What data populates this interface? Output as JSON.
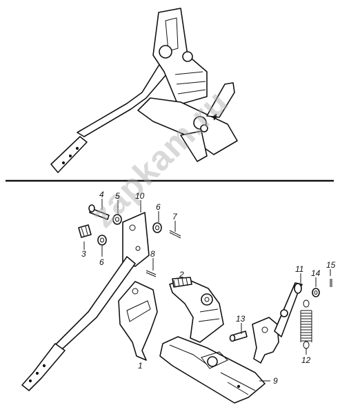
{
  "watermark": "zapkam.ru",
  "colors": {
    "ink": "#111111",
    "background": "#ffffff",
    "watermark": "#aaaaaa"
  },
  "callouts": {
    "c1": "1",
    "c2": "2",
    "c3": "3",
    "c4": "4",
    "c5": "5",
    "c6a": "6",
    "c6b": "6",
    "c7": "7",
    "c8": "8",
    "c9": "9",
    "c10": "10",
    "c11": "11",
    "c12": "12",
    "c13": "13",
    "c14": "14",
    "c15": "15"
  }
}
